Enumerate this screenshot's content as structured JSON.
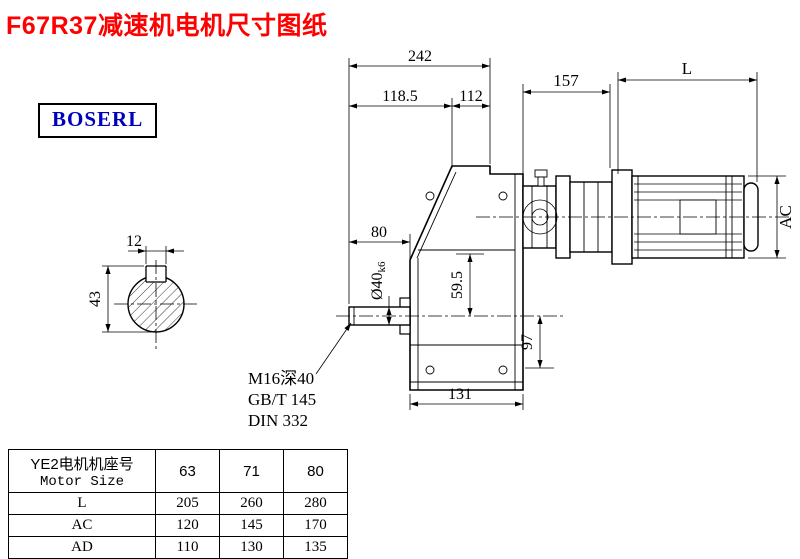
{
  "page": {
    "title": "F67R37减速机电机尺寸图纸",
    "brand": "BOSERL"
  },
  "colors": {
    "title_red": "#FF0000",
    "brand_blue": "#0000BB",
    "line_black": "#000000"
  },
  "drawing": {
    "dims": {
      "overall_width": "242",
      "adapter_length": "157",
      "motor_length": "L",
      "section_left": "118.5",
      "section_right": "112",
      "shaft_length": "80",
      "shaft_diameter": "Ø40",
      "shaft_fit": "k6",
      "axis_offset": "59.5",
      "foot_offset": "97",
      "housing_width": "131",
      "motor_diameter": "AC",
      "key_width": "12",
      "key_section": "43"
    },
    "notes": {
      "tap": "M16深40",
      "standard_gb": "GB/T 145",
      "standard_din": "DIN 332"
    }
  },
  "table": {
    "header": {
      "line1": "YE2电机机座号",
      "line2": "Motor Size"
    },
    "frame_sizes": [
      "63",
      "71",
      "80"
    ],
    "rows": [
      {
        "label": "L",
        "values": [
          "205",
          "260",
          "280"
        ]
      },
      {
        "label": "AC",
        "values": [
          "120",
          "145",
          "170"
        ]
      },
      {
        "label": "AD",
        "values": [
          "110",
          "130",
          "135"
        ]
      }
    ]
  }
}
